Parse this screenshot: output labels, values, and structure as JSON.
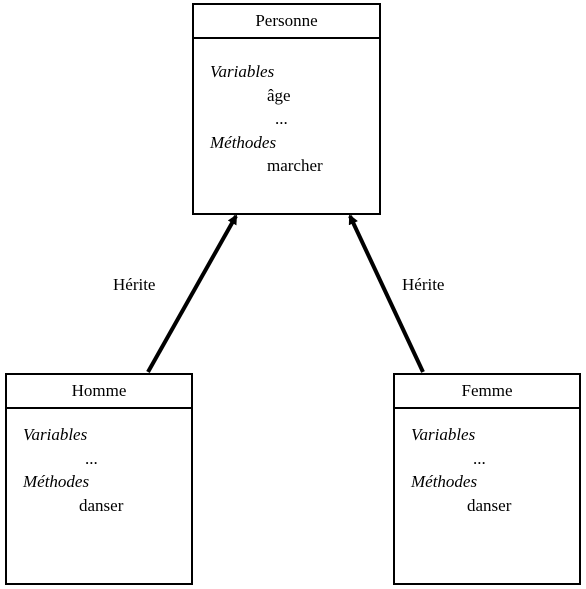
{
  "classes": {
    "personne": {
      "name": "Personne",
      "variables_label": "Variables",
      "variables": [
        "âge",
        "..."
      ],
      "methods_label": "Méthodes",
      "methods": [
        "marcher"
      ]
    },
    "homme": {
      "name": "Homme",
      "variables_label": "Variables",
      "variables": [
        "..."
      ],
      "methods_label": "Méthodes",
      "methods": [
        "danser"
      ]
    },
    "femme": {
      "name": "Femme",
      "variables_label": "Variables",
      "variables": [
        "..."
      ],
      "methods_label": "Méthodes",
      "methods": [
        "danser"
      ]
    }
  },
  "relations": [
    {
      "from": "Homme",
      "to": "Personne",
      "label": "Hérite"
    },
    {
      "from": "Femme",
      "to": "Personne",
      "label": "Hérite"
    }
  ]
}
